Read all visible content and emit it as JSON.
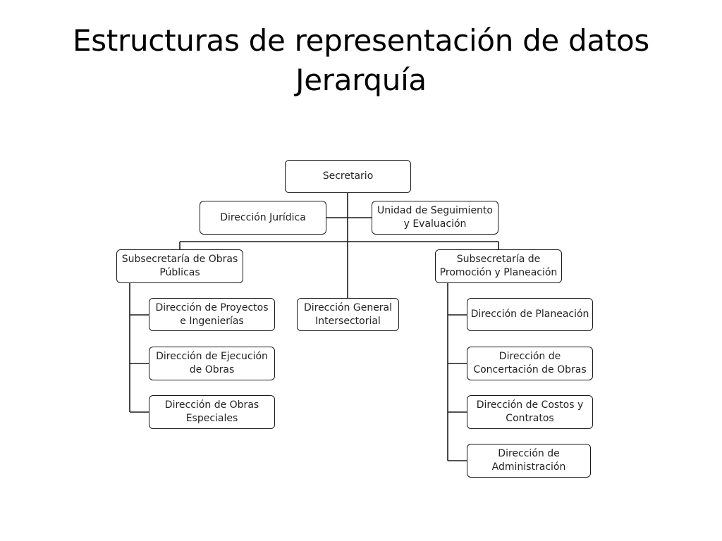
{
  "title": {
    "line1": "Estructuras de representación de datos",
    "line2": "Jerarquía"
  },
  "org_chart": {
    "root": "Secretario",
    "staff_left": "Dirección Jurídica",
    "staff_right": "Unidad de Seguimiento\ny Evaluación",
    "branch_left": {
      "label": "Subsecretaría de Obras\nPúblicas",
      "children": [
        "Dirección de Proyectos\ne Ingenierías",
        "Dirección de Ejecución\nde Obras",
        "Dirección de Obras\nEspeciales"
      ]
    },
    "branch_center": "Dirección General\nIntersectorial",
    "branch_right": {
      "label": "Subsecretaría de\nPromoción y Planeación",
      "children": [
        "Dirección de Planeación",
        "Dirección de\nConcertación de Obras",
        "Dirección de Costos y\nContratos",
        "Dirección de\nAdministración"
      ]
    }
  }
}
